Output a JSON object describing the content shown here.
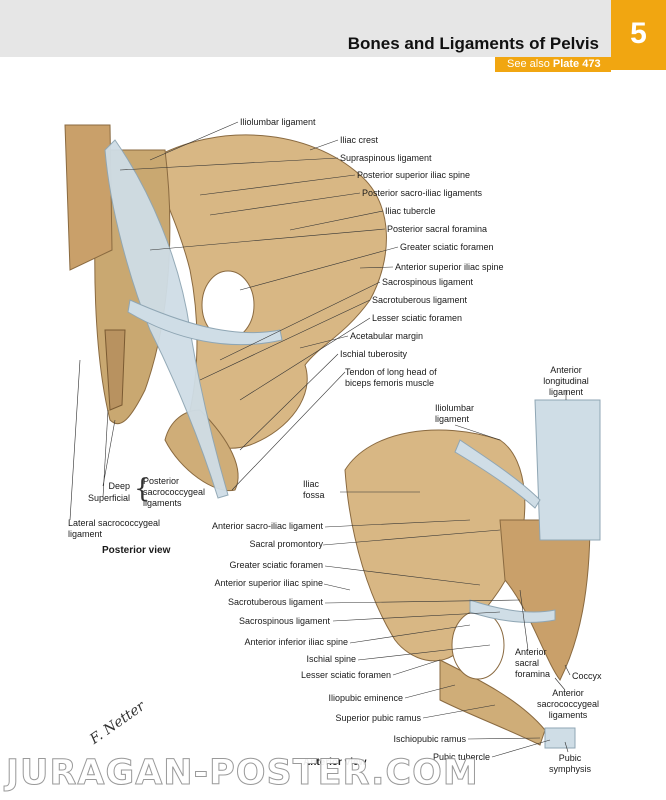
{
  "header": {
    "title": "Bones and Ligaments of Pelvis",
    "chapter": "5",
    "see_also_prefix": "See also",
    "see_also_plate": "Plate 473"
  },
  "posterior": {
    "view_label": "Posterior view",
    "labels": [
      "Iliolumbar ligament",
      "Iliac crest",
      "Supraspinous ligament",
      "Posterior superior iliac spine",
      "Posterior sacro-iliac ligaments",
      "Iliac tubercle",
      "Posterior sacral foramina",
      "Greater sciatic foramen",
      "Anterior superior iliac spine",
      "Sacrospinous ligament",
      "Sacrotuberous ligament",
      "Lesser sciatic foramen",
      "Acetabular margin",
      "Ischial tuberosity",
      "Tendon of long head of",
      "biceps femoris muscle",
      "Deep",
      "Superficial",
      "Posterior",
      "sacrococcygeal",
      "ligaments",
      "Lateral sacrococcygeal",
      "ligament"
    ]
  },
  "anterior": {
    "view_label": "Anterior view",
    "labels": [
      "Anterior",
      "longitudinal",
      "ligament",
      "Iliolumbar",
      "ligament",
      "Iliac",
      "fossa",
      "Anterior sacro-iliac ligament",
      "Sacral promontory",
      "Greater sciatic foramen",
      "Anterior superior iliac spine",
      "Sacrotuberous ligament",
      "Sacrospinous ligament",
      "Anterior inferior iliac spine",
      "Ischial spine",
      "Lesser sciatic foramen",
      "Iliopubic eminence",
      "Superior pubic ramus",
      "Ischiopubic ramus",
      "Pubic tubercle",
      "Anterior",
      "sacral",
      "foramina",
      "Coccyx",
      "Anterior",
      "sacrococcygeal",
      "ligaments",
      "Pubic",
      "symphysis"
    ]
  },
  "signature": "F. Netter",
  "watermark": "JURAGAN-POSTER.COM",
  "colors": {
    "bone": "#d8b784",
    "bone_shadow": "#b08a58",
    "ligament": "#cfdde6",
    "accent": "#f1a611"
  }
}
